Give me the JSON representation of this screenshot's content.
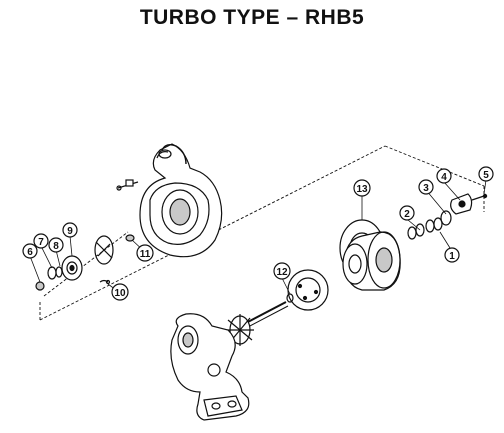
{
  "title": "TURBO TYPE – RHB5",
  "callouts": [
    {
      "id": "callout-1",
      "label": "1"
    },
    {
      "id": "callout-2",
      "label": "2"
    },
    {
      "id": "callout-3",
      "label": "3"
    },
    {
      "id": "callout-4",
      "label": "4"
    },
    {
      "id": "callout-5",
      "label": "5"
    },
    {
      "id": "callout-6",
      "label": "6"
    },
    {
      "id": "callout-7",
      "label": "7"
    },
    {
      "id": "callout-8",
      "label": "8"
    },
    {
      "id": "callout-9",
      "label": "9"
    },
    {
      "id": "callout-10",
      "label": "10"
    },
    {
      "id": "callout-11",
      "label": "11"
    },
    {
      "id": "callout-12",
      "label": "12"
    },
    {
      "id": "callout-13",
      "label": "13"
    }
  ],
  "colors": {
    "ink": "#111111",
    "paper": "#ffffff",
    "shade": "#c8c8c8"
  }
}
